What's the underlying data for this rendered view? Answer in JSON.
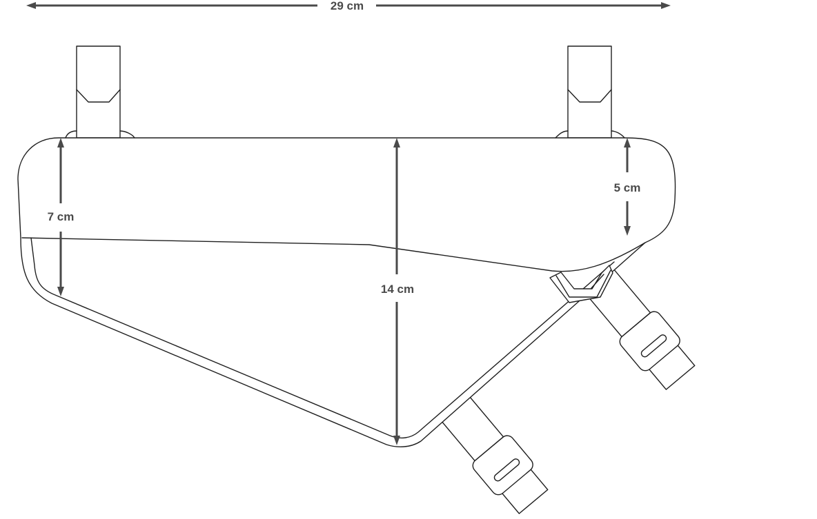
{
  "dimensions": {
    "width": "29 cm",
    "height_total": "14 cm",
    "height_front": "7 cm",
    "height_rear": "5 cm"
  }
}
